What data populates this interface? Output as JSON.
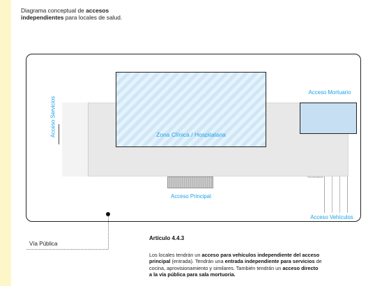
{
  "caption": {
    "line1_text": "Diagrama conceptual de ",
    "line1_bold": "accesos",
    "line2_bold": "independientes",
    "line2_text": " para locales de salud."
  },
  "diagram": {
    "clinical_zone": "Zona Clínica / Hospitalaria",
    "mortuary_access": "Acceso Mortuario",
    "service_access": "Acceso Servicios",
    "main_access": "Acceso Principal",
    "vehicle_access": "Acceso Vehículos",
    "vehicle_small_note": "Pavimentación",
    "street": "Vía Pública"
  },
  "article": {
    "title": "Artículo 4.4.3",
    "l1a": "Los locales tendrán un ",
    "l1b": "acceso para vehículos independiente del acceso",
    "l2a": "principal",
    "l2b": " (entrada). Tendrán una ",
    "l2c": "entrada independiente para servicios",
    "l2d": " de",
    "l3a": "cocina, aprovisionamiento y similares. También tendrán un ",
    "l3b": "acceso directo",
    "l4a": "a la vía pública para sala mortuoria."
  },
  "colors": {
    "label_blue": "#1aa2e6",
    "clinical_hatch": "#cfe6f7",
    "mortuary_fill": "#c6dff3",
    "building_gray": "#e8e8e8"
  }
}
